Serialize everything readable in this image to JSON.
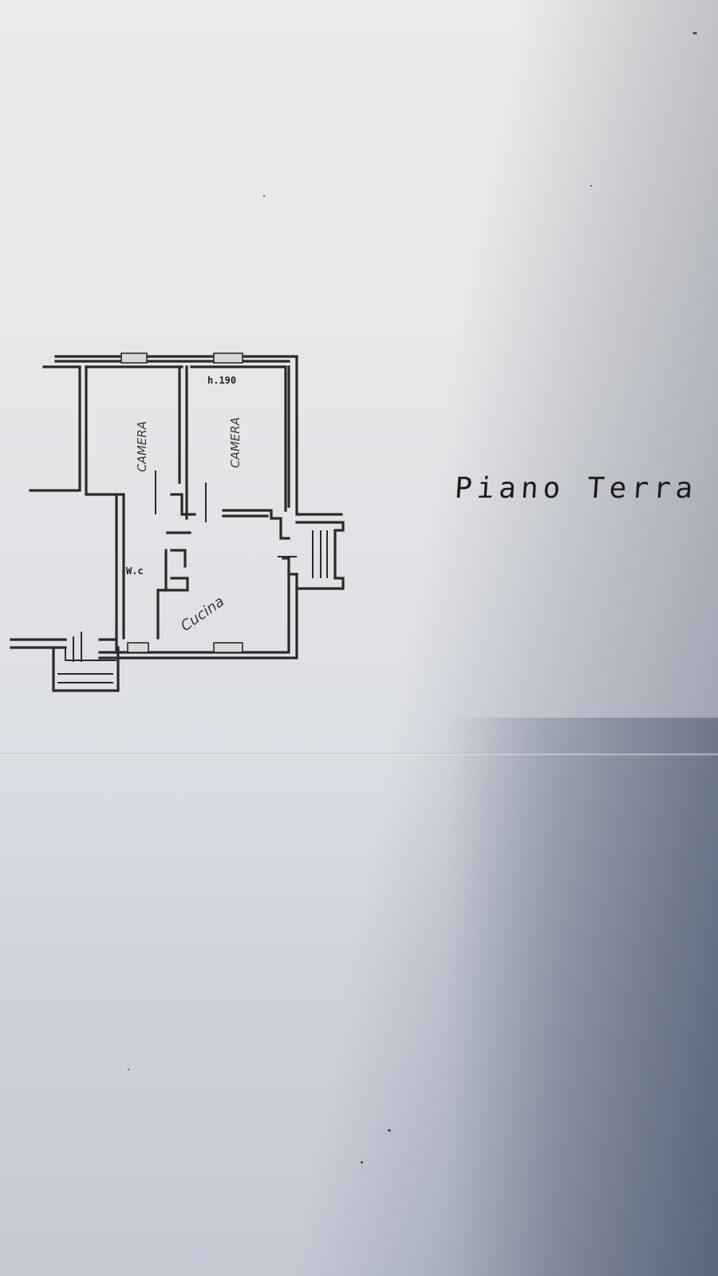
{
  "drawing": {
    "floor_title": "Piano Terra",
    "dimension_label": "h.190",
    "rooms": [
      {
        "name": "room-left",
        "label": "CAMERA"
      },
      {
        "name": "room-right",
        "label": "CAMERA"
      },
      {
        "name": "room-wc",
        "label": "W.c"
      },
      {
        "name": "room-kitchen",
        "label": "Cucina"
      }
    ]
  },
  "colors": {
    "paper": "#e6e6e8",
    "ink": "#2a2a2a"
  }
}
